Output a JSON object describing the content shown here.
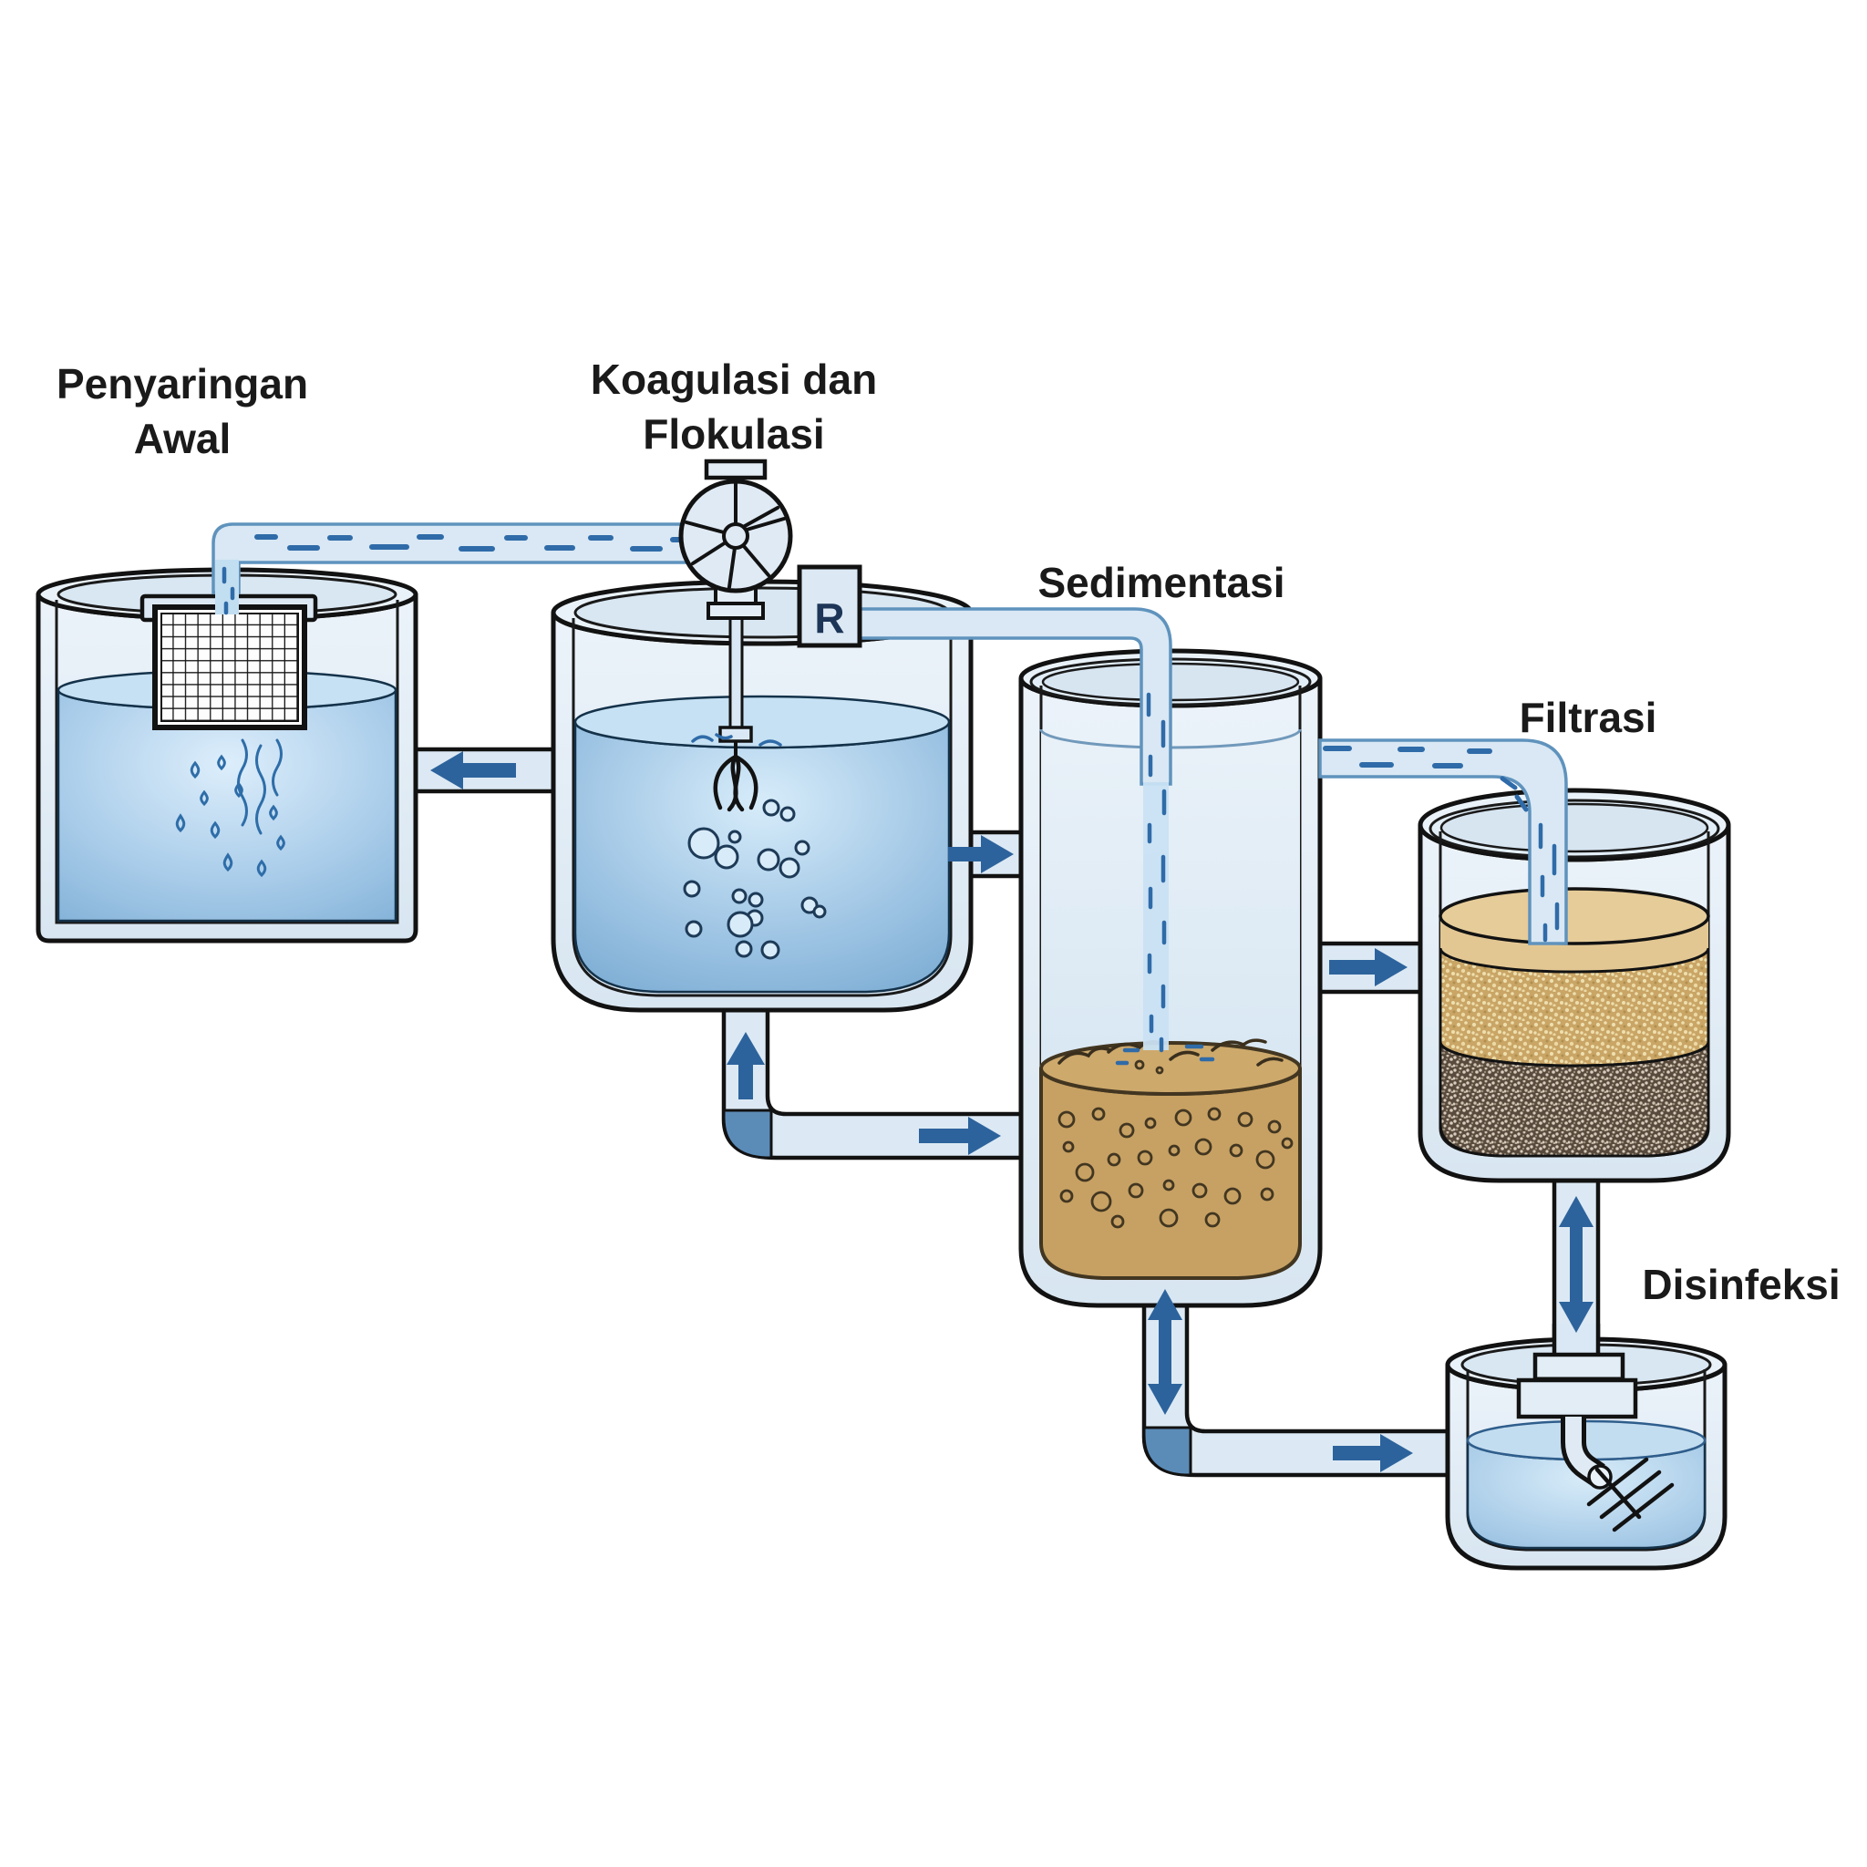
{
  "labels": {
    "stage1_line1": "Penyaringan",
    "stage1_line2": "Awal",
    "stage2_line1": "Koagulasi dan",
    "stage2_line2": "Flokulasi",
    "stage3": "Sedimentasi",
    "stage4": "Filtrasi",
    "stage5": "Disinfeksi",
    "reagent": "R"
  },
  "colors": {
    "background": "#ffffff",
    "outline": "#121212",
    "glass": "#e4eef7",
    "rim_fill": "#eaf2f9",
    "pipe_fill": "#d9e8f4",
    "pipe_outline_blue": "#5f93bd",
    "water_dash": "#2f6ba8",
    "arrow": "#2d639c",
    "elbow_corner": "#5b8cb8",
    "water_light": "#ddeefb",
    "water_deep": "#7fafd6",
    "sediment": "#c7a163",
    "sediment_outline": "#423621",
    "sand_plain": "#e3c793",
    "sand_speckled": "#c9a566",
    "gravel": "#584a3c",
    "label_text": "#1a1a1a",
    "reagent_text": "#1d3557"
  },
  "flow_arrows": [
    {
      "pipe": "koagulasi-to-penyaringan-return",
      "direction": "left"
    },
    {
      "pipe": "koagulasi-bottom-riser",
      "direction": "up"
    },
    {
      "pipe": "koagulasi-bottom-to-sedimentasi",
      "direction": "right"
    },
    {
      "pipe": "koagulasi-to-sedimentasi-upper",
      "direction": "right"
    },
    {
      "pipe": "sedimentasi-to-filtrasi-middle",
      "direction": "right"
    },
    {
      "pipe": "sedimentasi-bottom-riser",
      "direction": "up-down"
    },
    {
      "pipe": "sedimentasi-to-disinfeksi",
      "direction": "right"
    },
    {
      "pipe": "filtrasi-to-disinfeksi-drop",
      "direction": "up-down"
    }
  ]
}
